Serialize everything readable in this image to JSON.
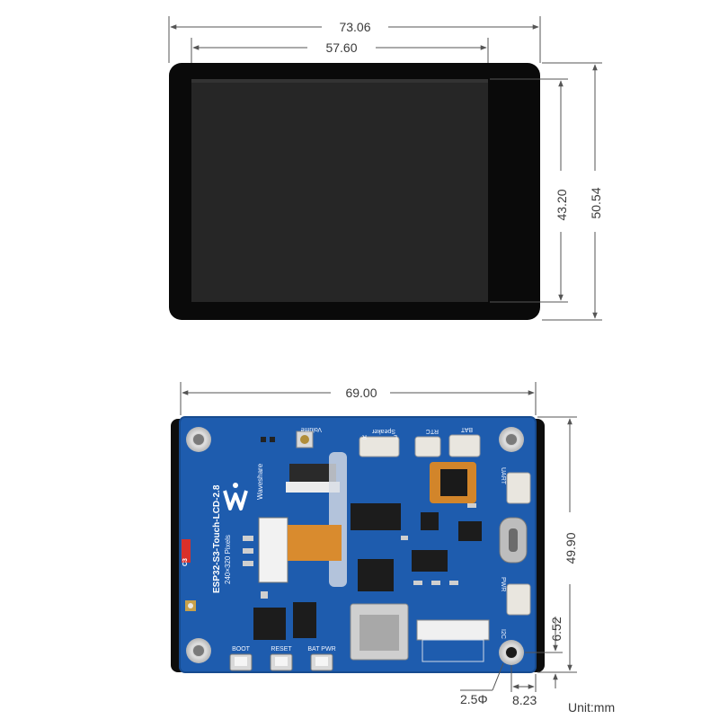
{
  "dimensions": {
    "top_width": "73.06",
    "top_screen_width": "57.60",
    "top_screen_height": "43.20",
    "top_height": "50.54",
    "bottom_width": "69.00",
    "bottom_height": "49.90",
    "hole_offset": "6.52",
    "hole_diameter": "2.5Φ",
    "hole_edge": "8.23",
    "unit": "Unit:mm"
  },
  "board_labels": {
    "model": "ESP32-S3-Touch-LCD-2.8",
    "pixels": "240×320 Pixels",
    "brand": "Waveshare",
    "volume": "Volume",
    "speaker": "Speaker",
    "rtc": "RTC",
    "bat_top": "BAT",
    "uart": "UART",
    "pwr": "PWR",
    "i2c": "I2C",
    "boot": "BOOT",
    "reset": "RESET",
    "bat_pwr": "BAT PWR",
    "r": "R",
    "l": "L",
    "c3": "C3"
  },
  "colors": {
    "pcb": "#1e5cae",
    "bezel": "#0a0a0a",
    "screen": "#262626",
    "metal": "#c8c8c8"
  }
}
